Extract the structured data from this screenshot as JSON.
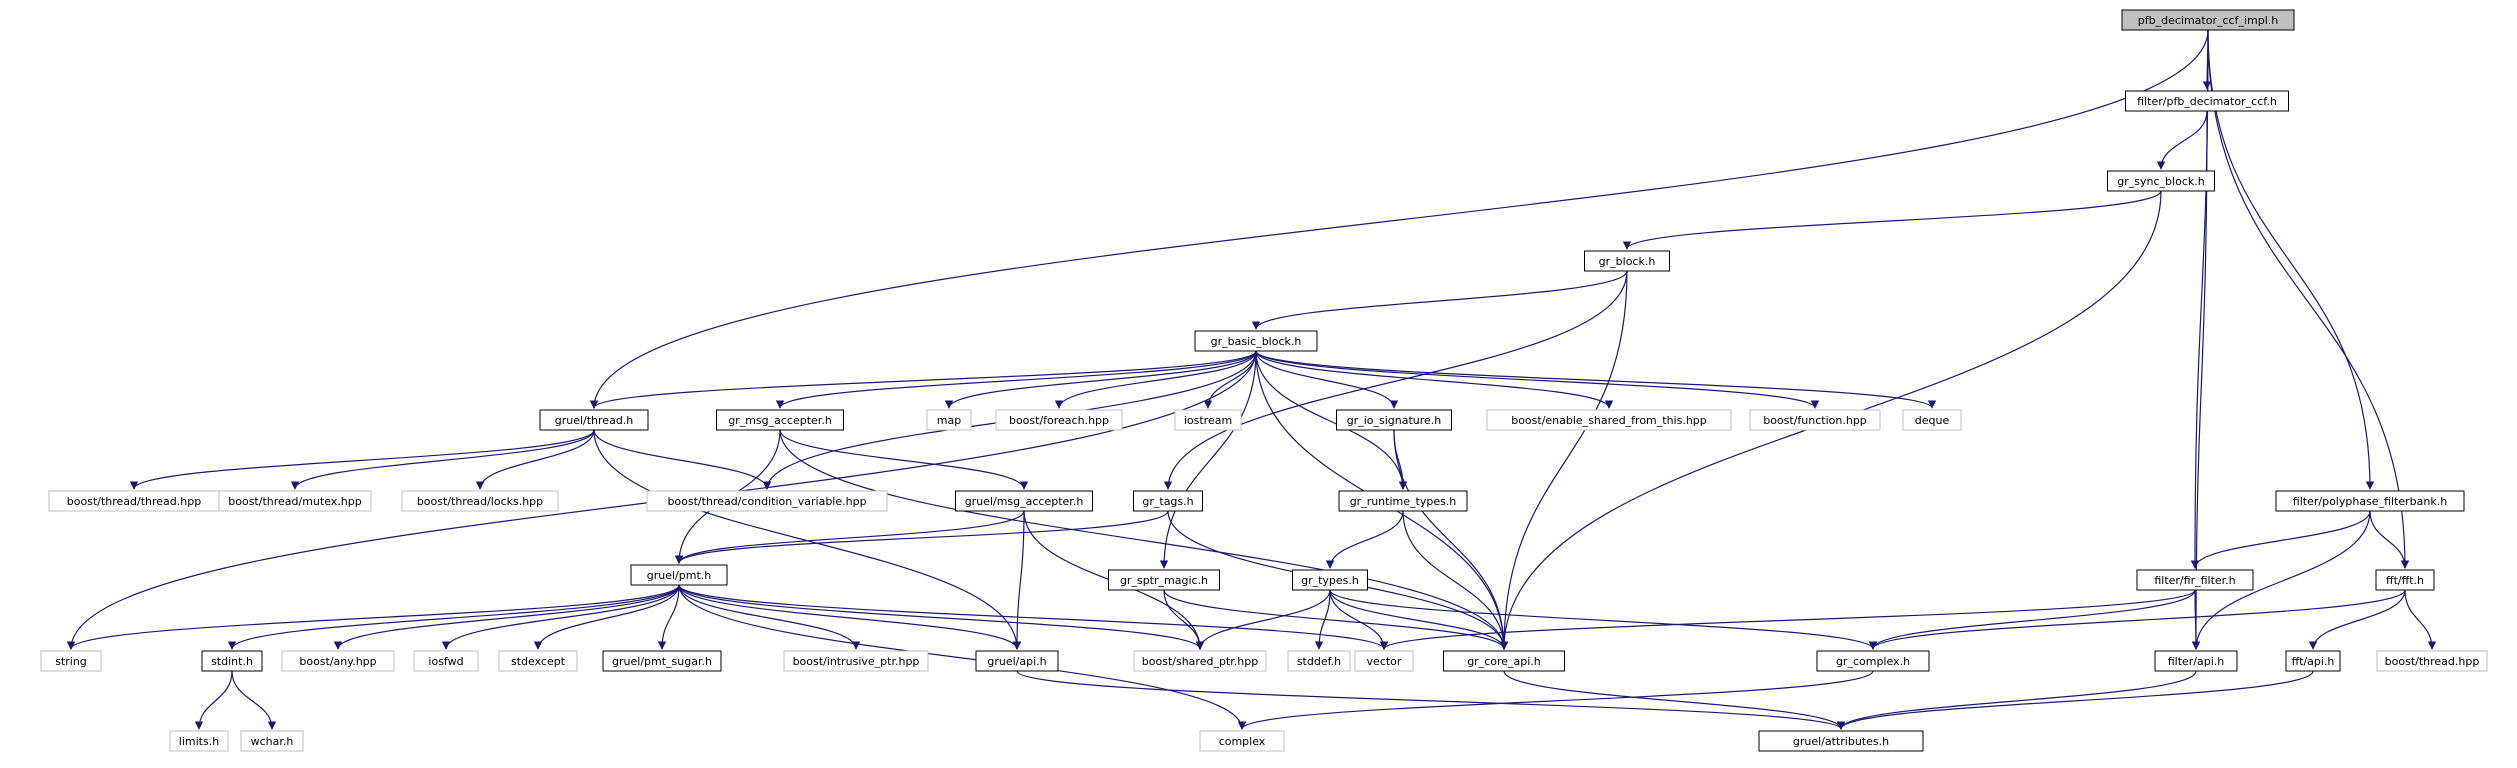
{
  "graph": {
    "root": "pfb_decimator_ccf_impl.h",
    "colors": {
      "edge": "#191970",
      "node_border": "#000000",
      "external_border": "#bfbfbf",
      "root_fill": "#bfbfbf",
      "text": "#000000",
      "background": "#ffffff"
    },
    "nodes": [
      {
        "id": "n0",
        "label": "pfb_decimator_ccf_impl.h",
        "kind": "root"
      },
      {
        "id": "n1",
        "label": "filter/pfb_decimator_ccf.h",
        "kind": "internal"
      },
      {
        "id": "n2",
        "label": "gr_sync_block.h",
        "kind": "internal"
      },
      {
        "id": "n3",
        "label": "gr_block.h",
        "kind": "internal"
      },
      {
        "id": "n4",
        "label": "gr_basic_block.h",
        "kind": "internal"
      },
      {
        "id": "n5",
        "label": "gruel/thread.h",
        "kind": "internal"
      },
      {
        "id": "n6",
        "label": "gr_msg_accepter.h",
        "kind": "internal"
      },
      {
        "id": "n7",
        "label": "map",
        "kind": "external"
      },
      {
        "id": "n8",
        "label": "boost/foreach.hpp",
        "kind": "external"
      },
      {
        "id": "n9",
        "label": "iostream",
        "kind": "external"
      },
      {
        "id": "n10",
        "label": "gr_io_signature.h",
        "kind": "internal"
      },
      {
        "id": "n11",
        "label": "boost/enable_shared_from_this.hpp",
        "kind": "external"
      },
      {
        "id": "n12",
        "label": "boost/function.hpp",
        "kind": "external"
      },
      {
        "id": "n13",
        "label": "deque",
        "kind": "external"
      },
      {
        "id": "n14",
        "label": "boost/thread/thread.hpp",
        "kind": "external"
      },
      {
        "id": "n15",
        "label": "boost/thread/mutex.hpp",
        "kind": "external"
      },
      {
        "id": "n16",
        "label": "boost/thread/locks.hpp",
        "kind": "external"
      },
      {
        "id": "n17",
        "label": "boost/thread/condition_variable.hpp",
        "kind": "external"
      },
      {
        "id": "n18",
        "label": "gruel/msg_accepter.h",
        "kind": "internal"
      },
      {
        "id": "n19",
        "label": "gr_tags.h",
        "kind": "internal"
      },
      {
        "id": "n20",
        "label": "gr_runtime_types.h",
        "kind": "internal"
      },
      {
        "id": "n21",
        "label": "filter/polyphase_filterbank.h",
        "kind": "internal"
      },
      {
        "id": "n22",
        "label": "gruel/pmt.h",
        "kind": "internal"
      },
      {
        "id": "n23",
        "label": "gr_sptr_magic.h",
        "kind": "internal"
      },
      {
        "id": "n24",
        "label": "gr_types.h",
        "kind": "internal"
      },
      {
        "id": "n25",
        "label": "filter/fir_filter.h",
        "kind": "internal"
      },
      {
        "id": "n26",
        "label": "fft/fft.h",
        "kind": "internal"
      },
      {
        "id": "n27",
        "label": "string",
        "kind": "external"
      },
      {
        "id": "n28",
        "label": "stdint.h",
        "kind": "internal"
      },
      {
        "id": "n29",
        "label": "boost/any.hpp",
        "kind": "external"
      },
      {
        "id": "n30",
        "label": "iosfwd",
        "kind": "external"
      },
      {
        "id": "n31",
        "label": "stdexcept",
        "kind": "external"
      },
      {
        "id": "n32",
        "label": "gruel/pmt_sugar.h",
        "kind": "internal"
      },
      {
        "id": "n33",
        "label": "boost/intrusive_ptr.hpp",
        "kind": "external"
      },
      {
        "id": "n34",
        "label": "gruel/api.h",
        "kind": "internal"
      },
      {
        "id": "n35",
        "label": "boost/shared_ptr.hpp",
        "kind": "external"
      },
      {
        "id": "n36",
        "label": "stddef.h",
        "kind": "external"
      },
      {
        "id": "n37",
        "label": "vector",
        "kind": "external"
      },
      {
        "id": "n38",
        "label": "gr_core_api.h",
        "kind": "internal"
      },
      {
        "id": "n39",
        "label": "gr_complex.h",
        "kind": "internal"
      },
      {
        "id": "n40",
        "label": "filter/api.h",
        "kind": "internal"
      },
      {
        "id": "n41",
        "label": "fft/api.h",
        "kind": "internal"
      },
      {
        "id": "n42",
        "label": "boost/thread.hpp",
        "kind": "external"
      },
      {
        "id": "n43",
        "label": "limits.h",
        "kind": "external"
      },
      {
        "id": "n44",
        "label": "wchar.h",
        "kind": "external"
      },
      {
        "id": "n45",
        "label": "complex",
        "kind": "external"
      },
      {
        "id": "n46",
        "label": "gruel/attributes.h",
        "kind": "internal"
      }
    ],
    "edges": [
      [
        "n0",
        "n1"
      ],
      [
        "n0",
        "n5"
      ],
      [
        "n0",
        "n25"
      ],
      [
        "n0",
        "n21"
      ],
      [
        "n0",
        "n26"
      ],
      [
        "n1",
        "n2"
      ],
      [
        "n1",
        "n40"
      ],
      [
        "n2",
        "n3"
      ],
      [
        "n2",
        "n38"
      ],
      [
        "n3",
        "n4"
      ],
      [
        "n3",
        "n19"
      ],
      [
        "n3",
        "n38"
      ],
      [
        "n4",
        "n5"
      ],
      [
        "n4",
        "n6"
      ],
      [
        "n4",
        "n7"
      ],
      [
        "n4",
        "n8"
      ],
      [
        "n4",
        "n9"
      ],
      [
        "n4",
        "n10"
      ],
      [
        "n4",
        "n11"
      ],
      [
        "n4",
        "n12"
      ],
      [
        "n4",
        "n13"
      ],
      [
        "n4",
        "n17"
      ],
      [
        "n4",
        "n20"
      ],
      [
        "n4",
        "n23"
      ],
      [
        "n4",
        "n27"
      ],
      [
        "n4",
        "n38"
      ],
      [
        "n5",
        "n14"
      ],
      [
        "n5",
        "n15"
      ],
      [
        "n5",
        "n16"
      ],
      [
        "n5",
        "n17"
      ],
      [
        "n5",
        "n34"
      ],
      [
        "n6",
        "n18"
      ],
      [
        "n6",
        "n22"
      ],
      [
        "n6",
        "n38"
      ],
      [
        "n10",
        "n20"
      ],
      [
        "n10",
        "n38"
      ],
      [
        "n18",
        "n22"
      ],
      [
        "n18",
        "n34"
      ],
      [
        "n18",
        "n35"
      ],
      [
        "n19",
        "n22"
      ],
      [
        "n19",
        "n38"
      ],
      [
        "n20",
        "n24"
      ],
      [
        "n20",
        "n38"
      ],
      [
        "n21",
        "n25"
      ],
      [
        "n21",
        "n26"
      ],
      [
        "n21",
        "n40"
      ],
      [
        "n22",
        "n27"
      ],
      [
        "n22",
        "n28"
      ],
      [
        "n22",
        "n29"
      ],
      [
        "n22",
        "n30"
      ],
      [
        "n22",
        "n31"
      ],
      [
        "n22",
        "n32"
      ],
      [
        "n22",
        "n33"
      ],
      [
        "n22",
        "n34"
      ],
      [
        "n22",
        "n35"
      ],
      [
        "n22",
        "n37"
      ],
      [
        "n22",
        "n45"
      ],
      [
        "n23",
        "n35"
      ],
      [
        "n23",
        "n38"
      ],
      [
        "n24",
        "n35"
      ],
      [
        "n24",
        "n36"
      ],
      [
        "n24",
        "n37"
      ],
      [
        "n24",
        "n38"
      ],
      [
        "n24",
        "n39"
      ],
      [
        "n25",
        "n37"
      ],
      [
        "n25",
        "n39"
      ],
      [
        "n25",
        "n40"
      ],
      [
        "n26",
        "n39"
      ],
      [
        "n26",
        "n41"
      ],
      [
        "n26",
        "n42"
      ],
      [
        "n28",
        "n43"
      ],
      [
        "n28",
        "n44"
      ],
      [
        "n34",
        "n46"
      ],
      [
        "n38",
        "n46"
      ],
      [
        "n39",
        "n45"
      ],
      [
        "n40",
        "n46"
      ],
      [
        "n41",
        "n46"
      ]
    ]
  }
}
